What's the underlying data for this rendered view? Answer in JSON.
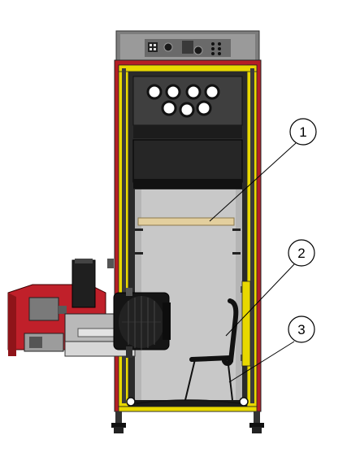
{
  "callouts": [
    {
      "label": "1",
      "target": "heat-exchanger-baffle"
    },
    {
      "label": "2",
      "target": "ash-scraper-rod"
    },
    {
      "label": "3",
      "target": "ash-pan-frame"
    }
  ],
  "colors": {
    "burner_red": "#c0202a",
    "frame_yellow": "#e8d800",
    "frame_red": "#b51e25",
    "chamber_gray": "#c8c8c8",
    "baffle_tan": "#e3cf9e",
    "top_panel_gray": "#8a8a8a",
    "dark_steel": "#1a1a1a"
  }
}
